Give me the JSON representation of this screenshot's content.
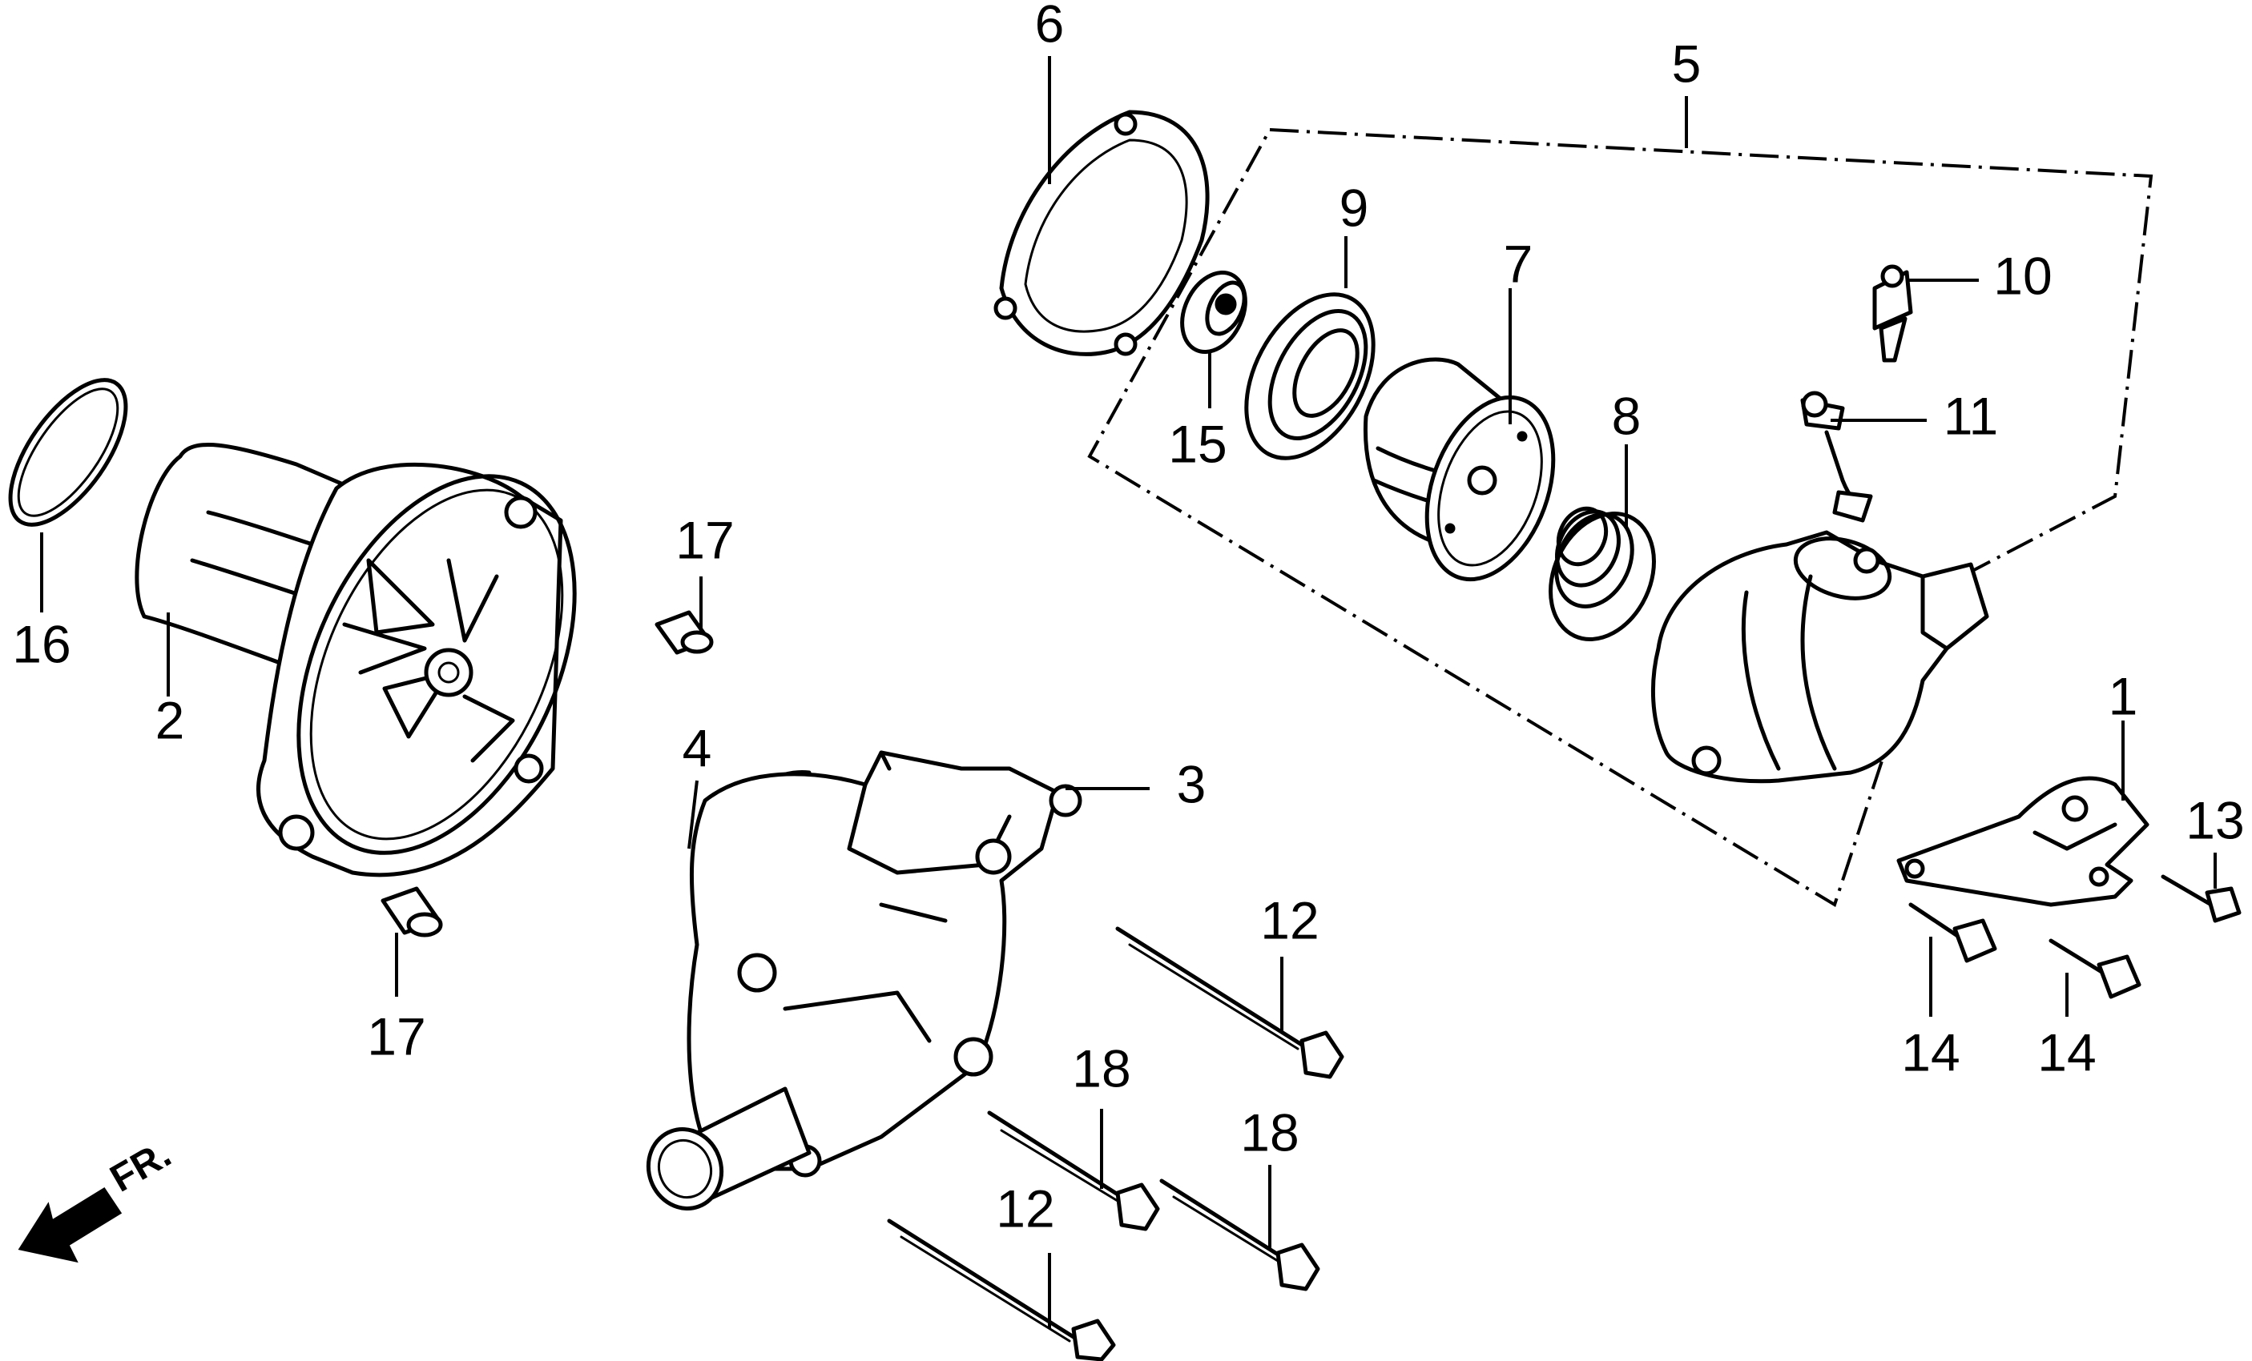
{
  "callouts": {
    "c1": "1",
    "c2": "2",
    "c3": "3",
    "c4": "4",
    "c5": "5",
    "c6": "6",
    "c7": "7",
    "c8": "8",
    "c9": "9",
    "c10": "10",
    "c11": "11",
    "c12a": "12",
    "c12b": "12",
    "c13": "13",
    "c14a": "14",
    "c14b": "14",
    "c15": "15",
    "c16": "16",
    "c17a": "17",
    "c17b": "17",
    "c18a": "18",
    "c18b": "18"
  },
  "direction_label": "FR.",
  "colors": {
    "ink": "#000000",
    "background": "#ffffff"
  }
}
